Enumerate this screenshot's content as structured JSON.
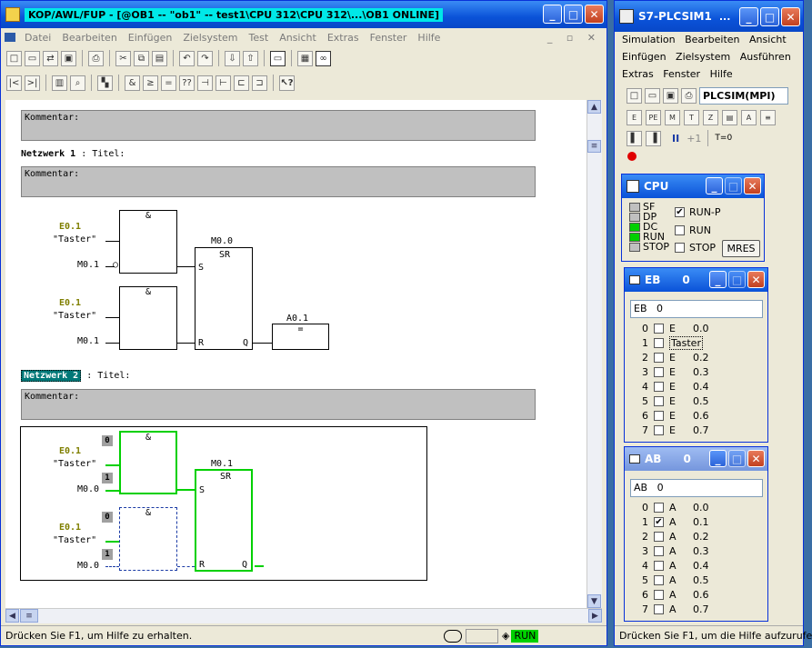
{
  "main": {
    "title": "KOP/AWL/FUP  - [@OB1 -- \"ob1\" -- test1\\CPU 312\\CPU 312\\...\\OB1  ONLINE]",
    "menu": [
      "Datei",
      "Bearbeiten",
      "Einfügen",
      "Zielsystem",
      "Test",
      "Ansicht",
      "Extras",
      "Fenster",
      "Hilfe"
    ],
    "status": "Drücken Sie F1, um Hilfe zu erhalten.",
    "run": "RUN",
    "comment_label": "Kommentar:",
    "nw1_label": "Netzwerk 1",
    "nw2_label": "Netzwerk 2",
    "title_label": ": Titel:",
    "amp": "&",
    "sr": "SR",
    "eq": "=",
    "s_pin": "S",
    "r_pin": "R",
    "q_pin": "Q",
    "e01": "E0.1",
    "taster": "\"Taster\"",
    "m01": "M0.1",
    "m00": "M0.0",
    "a01": "A0.1",
    "v0": "0",
    "v1": "1"
  },
  "plcsim": {
    "title": "S7-PLCSIM1",
    "menu1": [
      "Simulation",
      "Bearbeiten",
      "Ansicht"
    ],
    "menu2": [
      "Einfügen",
      "Zielsystem",
      "Ausführen"
    ],
    "menu3": [
      "Extras",
      "Fenster",
      "Hilfe"
    ],
    "mpi": "PLCSIM(MPI)",
    "timer_btn": "T=0",
    "plus1": "+1",
    "status": "Drücken Sie F1, um die Hilfe aufzurufe"
  },
  "cpu": {
    "title": "CPU",
    "leds": [
      {
        "label": "SF",
        "color": "#c0c0c0"
      },
      {
        "label": "DP",
        "color": "#c0c0c0"
      },
      {
        "label": "DC",
        "color": "#00d000"
      },
      {
        "label": "RUN",
        "color": "#00d000"
      },
      {
        "label": "STOP",
        "color": "#c0c0c0"
      }
    ],
    "runp": "RUN-P",
    "run": "RUN",
    "stop": "STOP",
    "mres": "MRES",
    "runp_checked": "✔"
  },
  "eb": {
    "title": "EB",
    "num": "0",
    "field_label": "EB",
    "field_val": "0",
    "rows": [
      {
        "n": "0",
        "c": "",
        "t": "E",
        "v": "0.0"
      },
      {
        "n": "1",
        "c": "",
        "t": "Taster",
        "v": ""
      },
      {
        "n": "2",
        "c": "",
        "t": "E",
        "v": "0.2"
      },
      {
        "n": "3",
        "c": "",
        "t": "E",
        "v": "0.3"
      },
      {
        "n": "4",
        "c": "",
        "t": "E",
        "v": "0.4"
      },
      {
        "n": "5",
        "c": "",
        "t": "E",
        "v": "0.5"
      },
      {
        "n": "6",
        "c": "",
        "t": "E",
        "v": "0.6"
      },
      {
        "n": "7",
        "c": "",
        "t": "E",
        "v": "0.7"
      }
    ]
  },
  "ab": {
    "title": "AB",
    "num": "0",
    "field_label": "AB",
    "field_val": "0",
    "rows": [
      {
        "n": "0",
        "c": "",
        "t": "A",
        "v": "0.0"
      },
      {
        "n": "1",
        "c": "✔",
        "t": "A",
        "v": "0.1"
      },
      {
        "n": "2",
        "c": "",
        "t": "A",
        "v": "0.2"
      },
      {
        "n": "3",
        "c": "",
        "t": "A",
        "v": "0.3"
      },
      {
        "n": "4",
        "c": "",
        "t": "A",
        "v": "0.4"
      },
      {
        "n": "5",
        "c": "",
        "t": "A",
        "v": "0.5"
      },
      {
        "n": "6",
        "c": "",
        "t": "A",
        "v": "0.6"
      },
      {
        "n": "7",
        "c": "",
        "t": "A",
        "v": "0.7"
      }
    ]
  }
}
